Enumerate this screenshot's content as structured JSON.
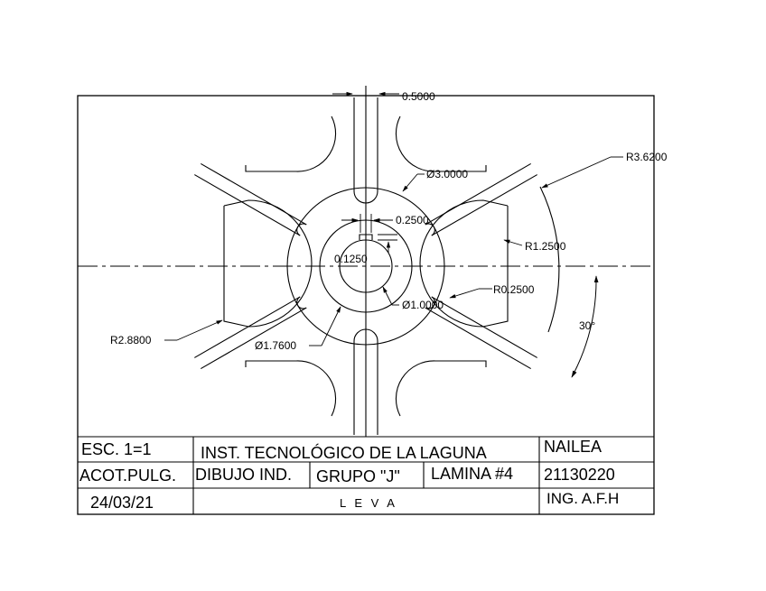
{
  "dimensions": {
    "shaft_slot_width": "0.5000",
    "outer_radius": "R3.6200",
    "diameter_3": "Ø3.0000",
    "keyway_width": "0.2500",
    "keyway_depth": "0.1250",
    "radius_1250": "R1.2500",
    "radius_0250": "R0.2500",
    "diameter_1": "Ø1.0000",
    "diameter_176": "Ø1.7600",
    "radius_2880": "R2.8800",
    "angle": "30°"
  },
  "title_block": {
    "scale": "ESC. 1=1",
    "institution": "INST. TECNOLÓGICO DE LA LAGUNA",
    "author": "NAILEA",
    "units": "ACOT.PULG.",
    "subject": "DIBUJO IND.",
    "group": "GRUPO \"J\"",
    "sheet": "LAMINA #4",
    "student_id": "21130220",
    "date": "24/03/21",
    "part_name": "L E V A",
    "teacher": "ING. A.F.H"
  }
}
